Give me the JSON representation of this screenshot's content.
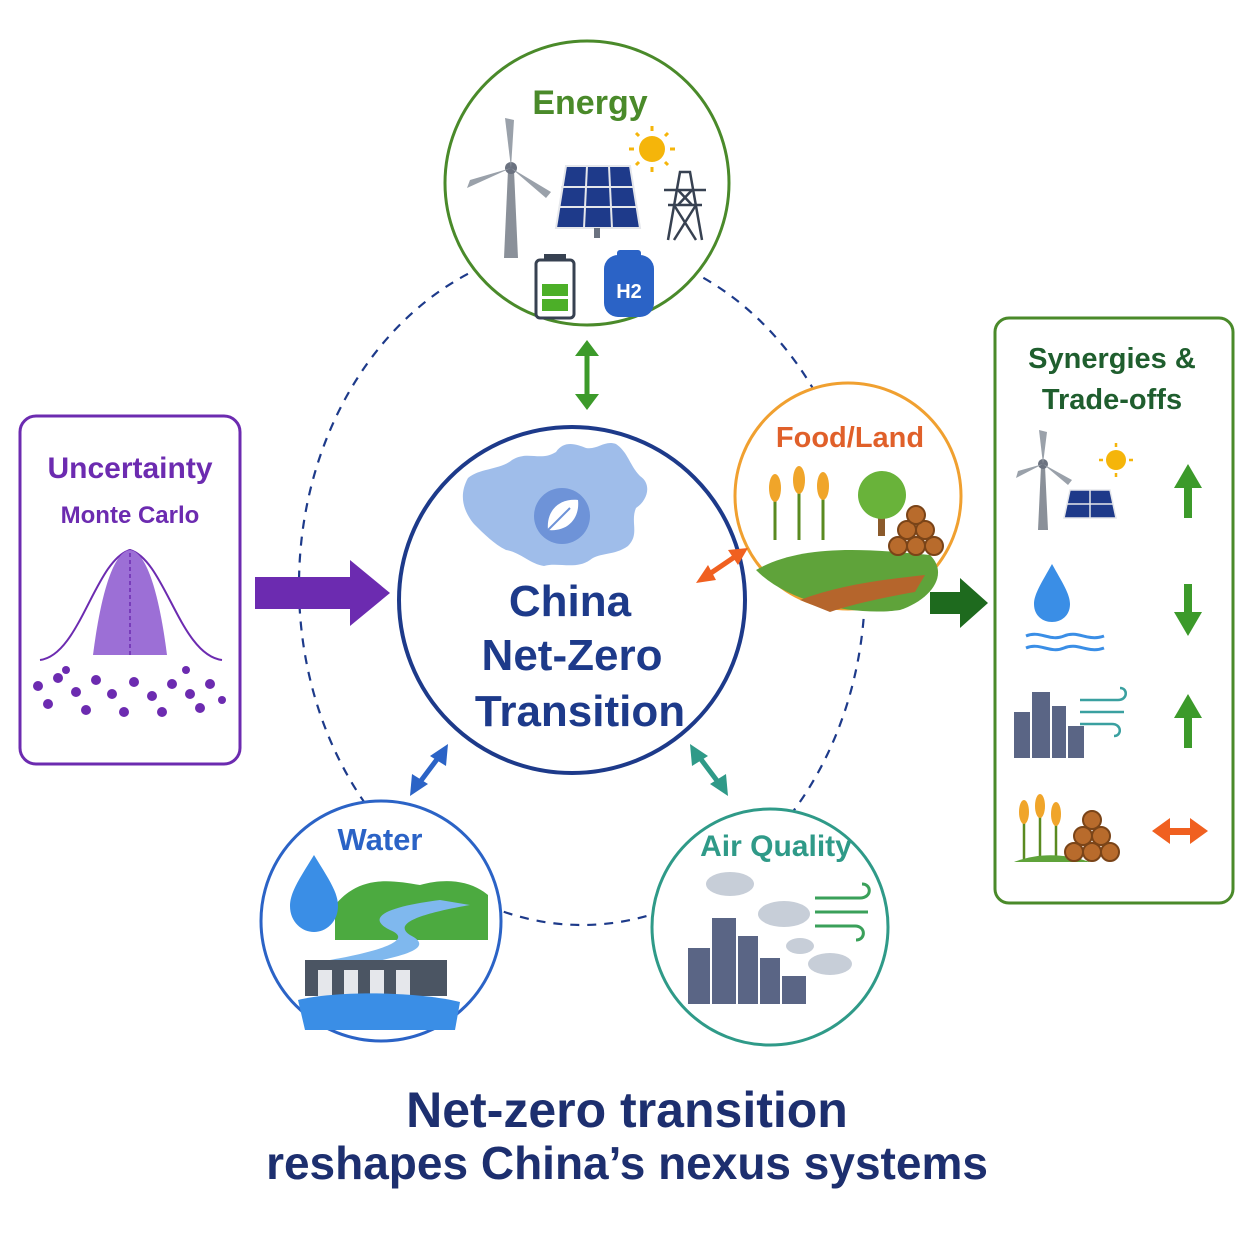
{
  "center": {
    "line1": "China",
    "line2": "Net-Zero",
    "line3": "Transition"
  },
  "nodes": {
    "energy": "Energy",
    "food_land": "Food/Land",
    "water": "Water",
    "air_quality": "Air Quality",
    "h2_label": "H2"
  },
  "uncertainty": {
    "title": "Uncertainty",
    "subtitle": "Monte Carlo"
  },
  "synergies": {
    "title_line1": "Synergies &",
    "title_line2": "Trade-offs"
  },
  "caption": {
    "line1": "Net-zero transition",
    "line2": "reshapes China’s nexus systems"
  },
  "colors": {
    "energy": "#4a8a2a",
    "food_land": "#f0a030",
    "water": "#2b63c6",
    "air_quality": "#2f9a88",
    "uncertainty": "#6c2bb0",
    "center": "#1d3a8a",
    "caption": "#1d2f6f",
    "up_arrow": "#3c9a2a",
    "down_arrow": "#3c9a2a",
    "tradeoff_arrow": "#f06020"
  }
}
